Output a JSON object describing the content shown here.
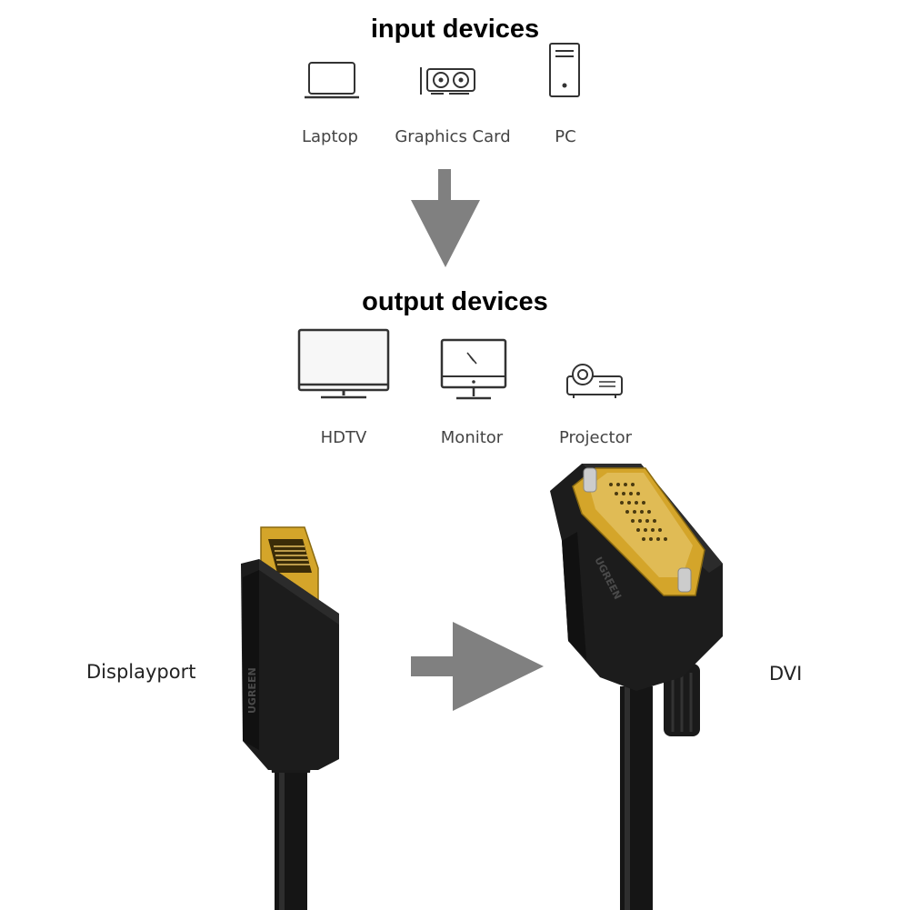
{
  "input": {
    "heading": "input devices",
    "devices": [
      {
        "label": "Laptop",
        "icon": "laptop-icon"
      },
      {
        "label": "Graphics Card",
        "icon": "graphics-card-icon"
      },
      {
        "label": "PC",
        "icon": "pc-tower-icon"
      }
    ]
  },
  "output": {
    "heading": "output devices",
    "devices": [
      {
        "label": "HDTV",
        "icon": "hdtv-icon"
      },
      {
        "label": "Monitor",
        "icon": "monitor-icon"
      },
      {
        "label": "Projector",
        "icon": "projector-icon"
      }
    ]
  },
  "connectors": {
    "source_label": "Displayport",
    "target_label": "DVI",
    "brand_text": "UGREEN"
  },
  "colors": {
    "arrow": "#808080",
    "icon_stroke": "#333333",
    "connector_body": "#1c1c1c",
    "gold": "#d4a52a"
  }
}
